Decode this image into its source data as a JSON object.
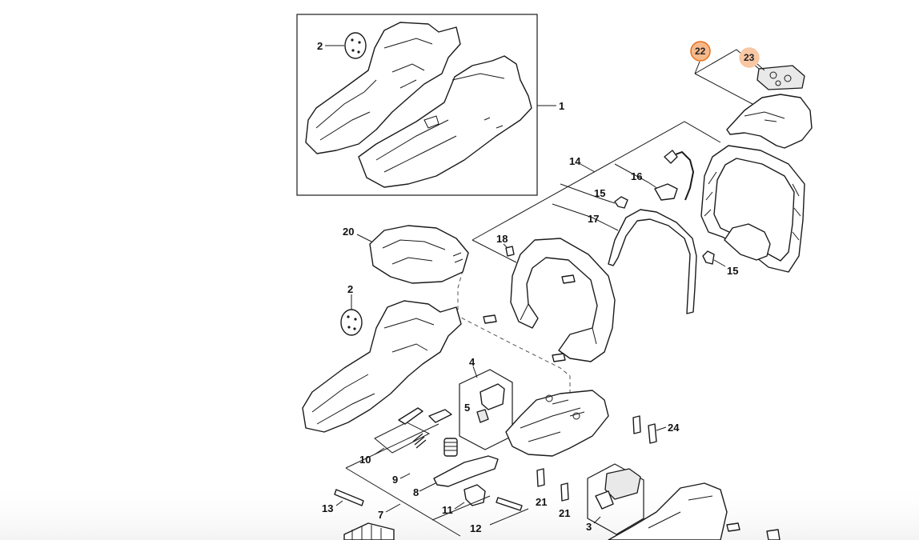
{
  "colors": {
    "highlight_primary_fill": "#f6b98a",
    "highlight_primary_stroke": "#e8701e",
    "highlight_secondary_fill": "#f8c7a3",
    "line": "#1a1a1a"
  },
  "callouts": {
    "c1": "1",
    "c2_top": "2",
    "c2_mid": "2",
    "c3": "3",
    "c4": "4",
    "c5": "5",
    "c7": "7",
    "c8": "8",
    "c9": "9",
    "c10": "10",
    "c11": "11",
    "c12": "12",
    "c13": "13",
    "c14": "14",
    "c15_top": "15",
    "c15_right": "15",
    "c16": "16",
    "c17": "17",
    "c18": "18",
    "c20": "20",
    "c21_left": "21",
    "c21_right": "21",
    "c22": "22",
    "c23": "23",
    "c24": "24"
  }
}
